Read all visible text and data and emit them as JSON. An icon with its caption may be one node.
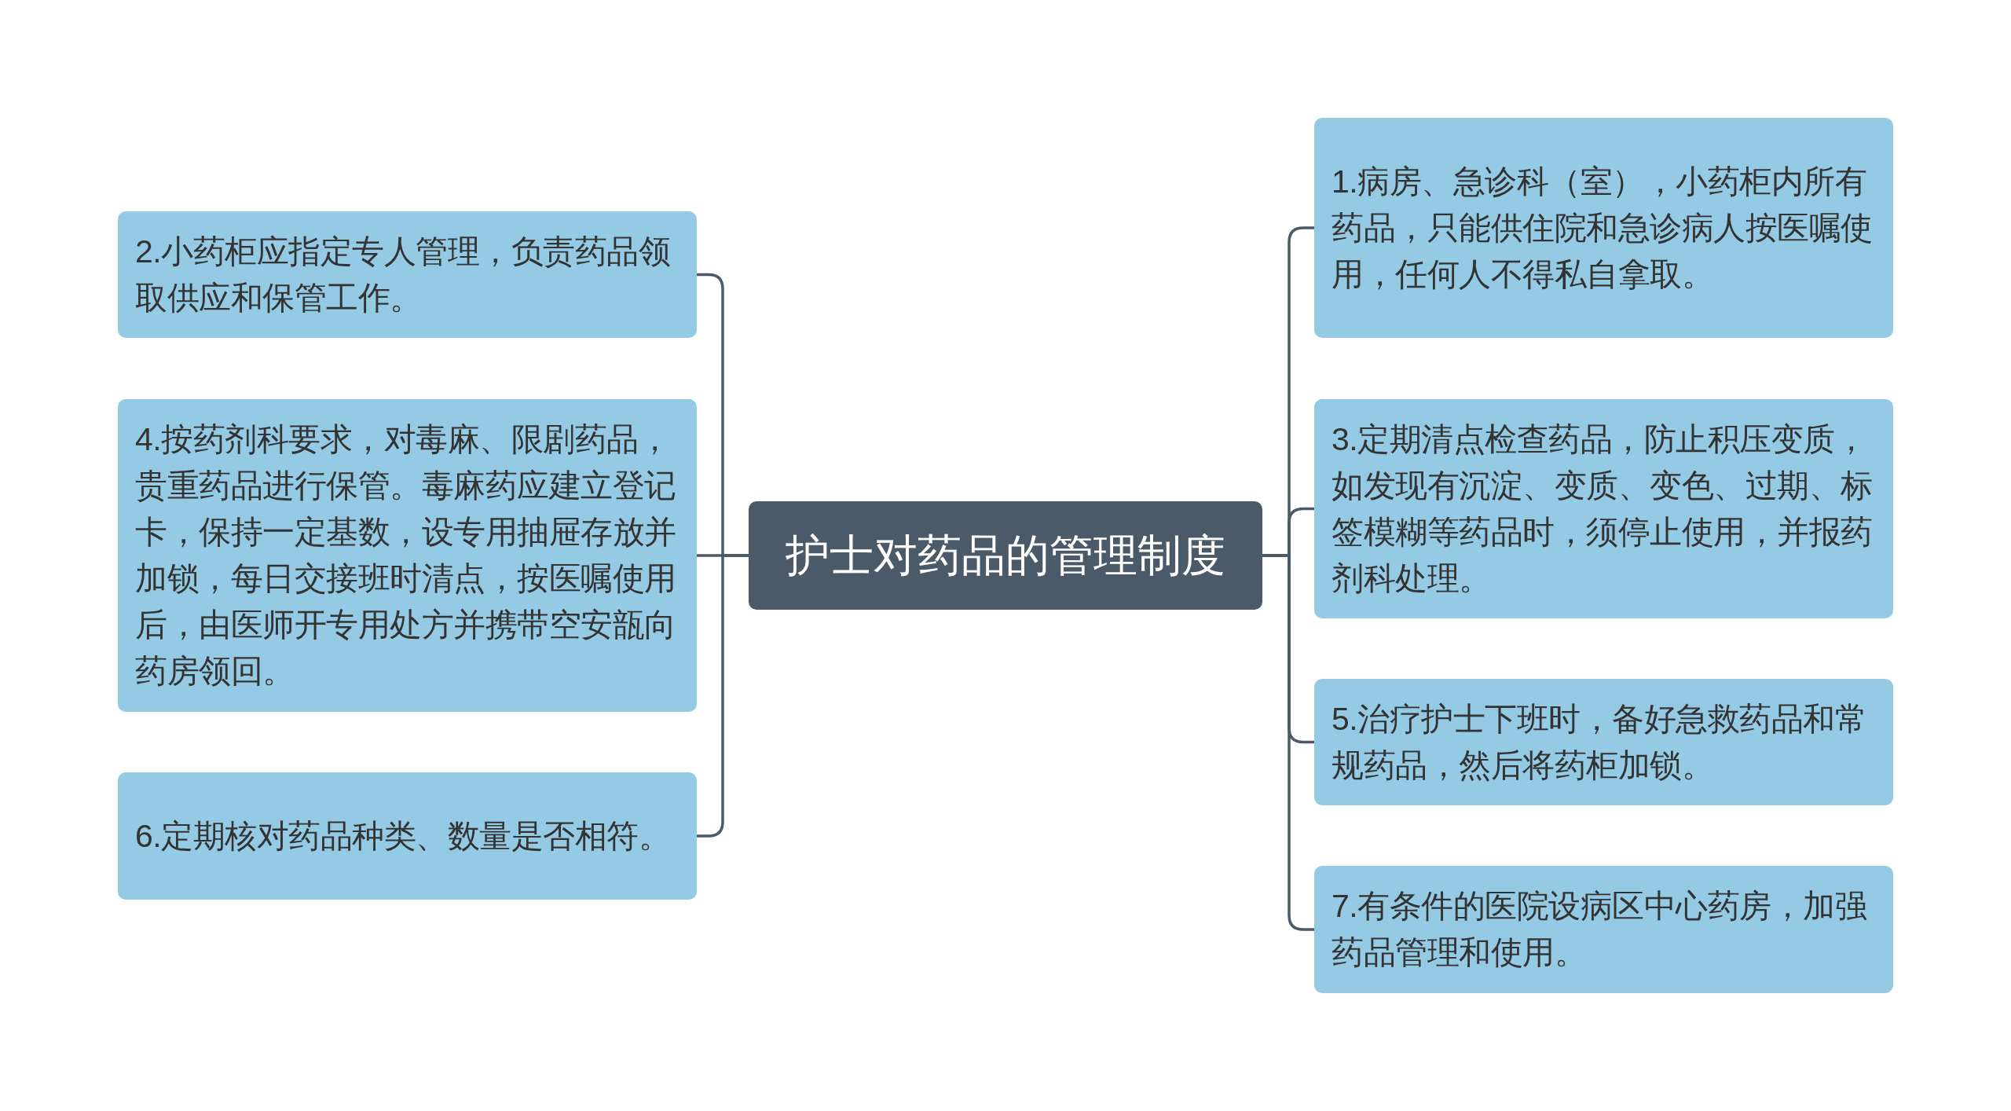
{
  "diagram": {
    "nodes": [
      {
        "text": [
          "护士对药品的管理制度"
        ]
      },
      {
        "text": [
          "1.病房、急诊科（室），小药柜内所有药品，只能供住院和急诊病人按医嘱使用，任何人不得私自拿取。"
        ]
      },
      {
        "text": [
          "2.小药柜应指定专人管理，负责药品领取供应和保管工作。"
        ]
      },
      {
        "text": [
          "3.定期清点检查药品，防止积压变质，如发现有沉淀、变质、变色、过期、标签模糊等药品时，须停止使用，并报药剂科处理。"
        ]
      },
      {
        "text": [
          "4.按药剂科要求，对毒麻、限剧药品，贵重药品进行保管。毒麻药应建立登记卡，保持一定基数，设专用抽屉存放并加锁，每日交接班时清点，按医嘱使用后，由医师开专用处方并携带空安瓿向药房领回。"
        ]
      },
      {
        "text": [
          "5.治疗护士下班时，备好急救药品和常规药品，然后将药柜加锁。"
        ]
      },
      {
        "text": [
          "6.定期核对药品种类、数量是否相符。"
        ]
      },
      {
        "text": [
          "7.有条件的医院设病区中心药房，加强药品管理和使用。"
        ]
      }
    ],
    "edges": [
      {
        "from": 0,
        "to": 1,
        "arrow": "none"
      },
      {
        "from": 0,
        "to": 2,
        "arrow": "none"
      },
      {
        "from": 0,
        "to": 3,
        "arrow": "none"
      },
      {
        "from": 0,
        "to": 4,
        "arrow": "none"
      },
      {
        "from": 0,
        "to": 5,
        "arrow": "none"
      },
      {
        "from": 0,
        "to": 6,
        "arrow": "none"
      },
      {
        "from": 0,
        "to": 7,
        "arrow": "none"
      }
    ]
  }
}
